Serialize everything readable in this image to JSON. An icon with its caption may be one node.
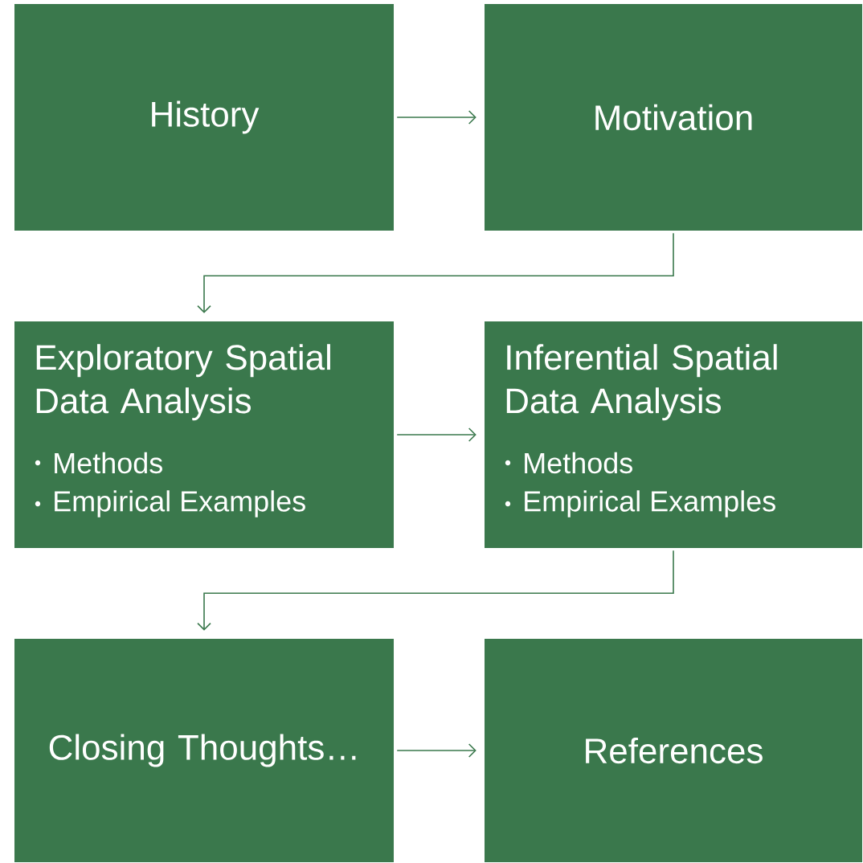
{
  "diagram": {
    "nodes": [
      {
        "text": [
          "History"
        ]
      },
      {
        "text": [
          "Motivation"
        ]
      },
      {
        "text": [
          "Exploratory Spatial Data Analysis",
          "Methods",
          "Empirical Examples"
        ]
      },
      {
        "text": [
          "Inferential Spatial Data Analysis",
          "Methods",
          "Empirical Examples"
        ]
      },
      {
        "text": [
          "Closing Thoughts…"
        ]
      },
      {
        "text": [
          "References"
        ]
      }
    ],
    "edges": [
      {
        "from": 0,
        "to": 1,
        "arrow": "to"
      },
      {
        "from": 1,
        "to": 2,
        "arrow": "to"
      },
      {
        "from": 2,
        "to": 3,
        "arrow": "to"
      },
      {
        "from": 3,
        "to": 4,
        "arrow": "to"
      },
      {
        "from": 4,
        "to": 5,
        "arrow": "to"
      }
    ]
  }
}
